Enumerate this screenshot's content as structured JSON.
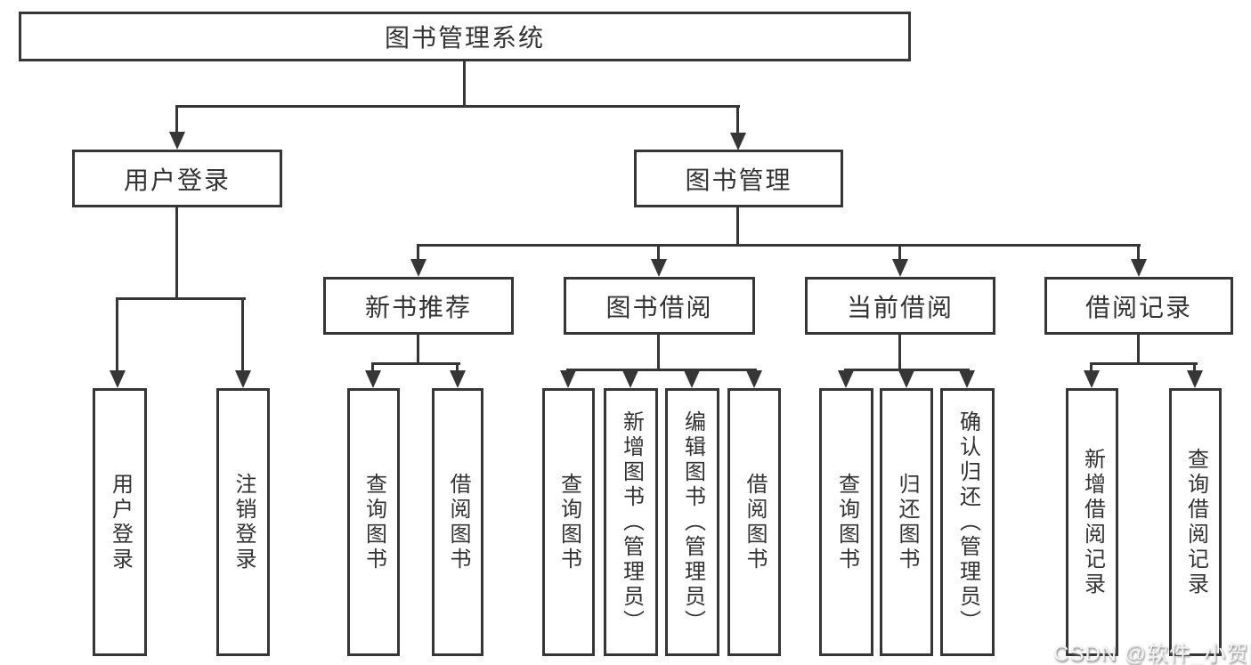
{
  "diagram": {
    "root": {
      "label": "图书管理系统"
    },
    "level2": [
      {
        "label": "用户登录"
      },
      {
        "label": "图书管理"
      }
    ],
    "level3": [
      {
        "label": "新书推荐"
      },
      {
        "label": "图书借阅"
      },
      {
        "label": "当前借阅"
      },
      {
        "label": "借阅记录"
      }
    ],
    "leaves": {
      "user_login": [
        "用户登录",
        "注销登录"
      ],
      "new_books": [
        "查询图书",
        "借阅图书"
      ],
      "book_borrow": [
        "查询图书",
        "新增图书（管理员）",
        "编辑图书（管理员）",
        "借阅图书"
      ],
      "current_borrow": [
        "查询图书",
        "归还图书",
        "确认归还（管理员）"
      ],
      "borrow_records": [
        "新增借阅记录",
        "查询借阅记录"
      ]
    }
  },
  "watermark": {
    "text": "CSDN @软件_小贺同学"
  },
  "colors": {
    "line": "#363636",
    "text": "#333333",
    "background": "#ffffff",
    "watermark_text": "#f3f3f3"
  }
}
